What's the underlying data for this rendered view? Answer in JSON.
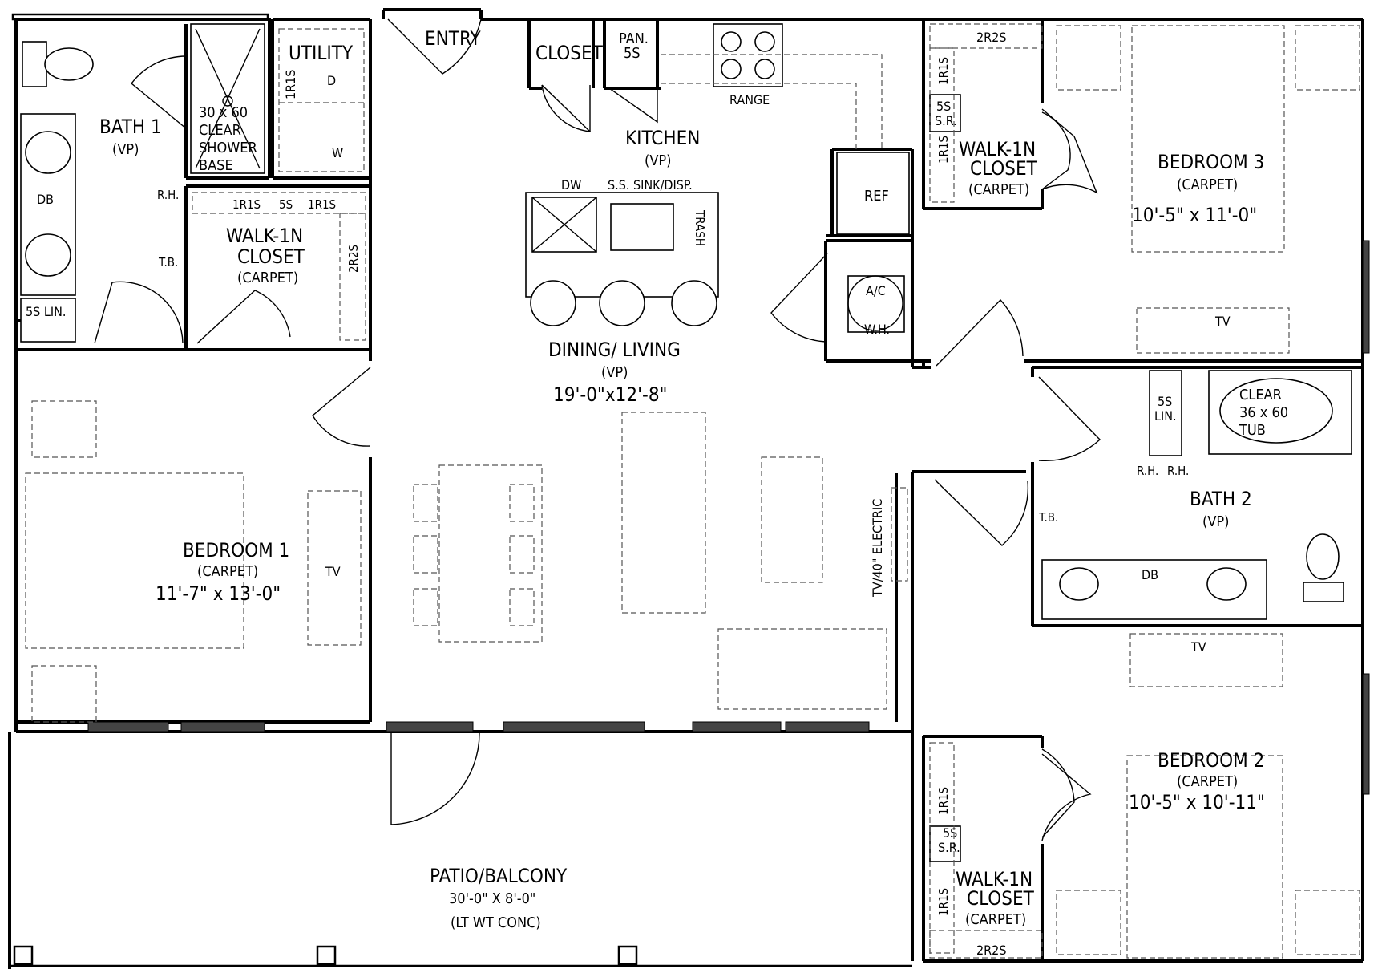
{
  "labels": {
    "entry": "ENTRY",
    "closet": "CLOSET",
    "pantry": "PAN.",
    "pantry_shelf": "5S",
    "range": "RANGE",
    "kitchen": "KITCHEN",
    "kitchen_finish": "(VP)",
    "dw": "DW",
    "sink": "S.S. SINK/DISP.",
    "trash": "TRASH",
    "ref": "REF",
    "ac": "A/C",
    "wh": "W.H.",
    "dining_living": "DINING/ LIVING",
    "dining_finish": "(VP)",
    "dining_size": "19'-0\"x12'-8\"",
    "tv_electric": "TV/40\" ELECTRIC",
    "utility": "UTILITY",
    "util_shelf": "1R1S",
    "dryer": "D",
    "washer": "W",
    "bath1": "BATH 1",
    "bath1_finish": "(VP)",
    "shower1": "30 x 60",
    "shower2": "CLEAR",
    "shower3": "SHOWER",
    "shower4": "BASE",
    "db1": "DB",
    "rh1": "R.H.",
    "tb1": "T.B.",
    "lin1": "5S LIN.",
    "wic1_shelf_a": "1R1S",
    "wic1_shelf_b": "5S",
    "wic1_shelf_c": "1R1S",
    "wic1_shelf_d": "2R2S",
    "wic1_a": "WALK-1N",
    "wic1_b": "CLOSET",
    "wic1_c": "(CARPET)",
    "bed1": "BEDROOM 1",
    "bed1_finish": "(CARPET)",
    "bed1_size": "11'-7\" x 13'-0\"",
    "tv": "TV",
    "wic3_shelf_top": "2R2S",
    "wic3_shelf_a": "1R1S",
    "wic3_shelf_b": "1R1S",
    "wic3_sr_a": "5S",
    "wic3_sr_b": "S.R.",
    "wic3_a": "WALK-1N",
    "wic3_b": "CLOSET",
    "wic3_c": "(CARPET)",
    "bed3": "BEDROOM 3",
    "bed3_finish": "(CARPET)",
    "bed3_size": "10'-5\" x 11'-0\"",
    "lin2_a": "5S",
    "lin2_b": "LIN.",
    "tub_a": "CLEAR",
    "tub_b": "36 x 60",
    "tub_c": "TUB",
    "rh2": "R.H.",
    "rh3": "R.H.",
    "tb2": "T.B.",
    "bath2": "BATH 2",
    "bath2_finish": "(VP)",
    "db2": "DB",
    "bed2": "BEDROOM 2",
    "bed2_finish": "(CARPET)",
    "bed2_size": "10'-5\" x 10'-11\"",
    "wic2_shelf_a": "1R1S",
    "wic2_shelf_b": "1R1S",
    "wic2_sr_a": "5S",
    "wic2_sr_b": "S.R.",
    "wic2_a": "WALK-1N",
    "wic2_b": "CLOSET",
    "wic2_c": "(CARPET)",
    "wic2_shelf_bottom": "2R2S",
    "patio": "PATIO/BALCONY",
    "patio_size": "30'-0\" X 8'-0\"",
    "patio_finish": "(LT WT CONC)"
  }
}
